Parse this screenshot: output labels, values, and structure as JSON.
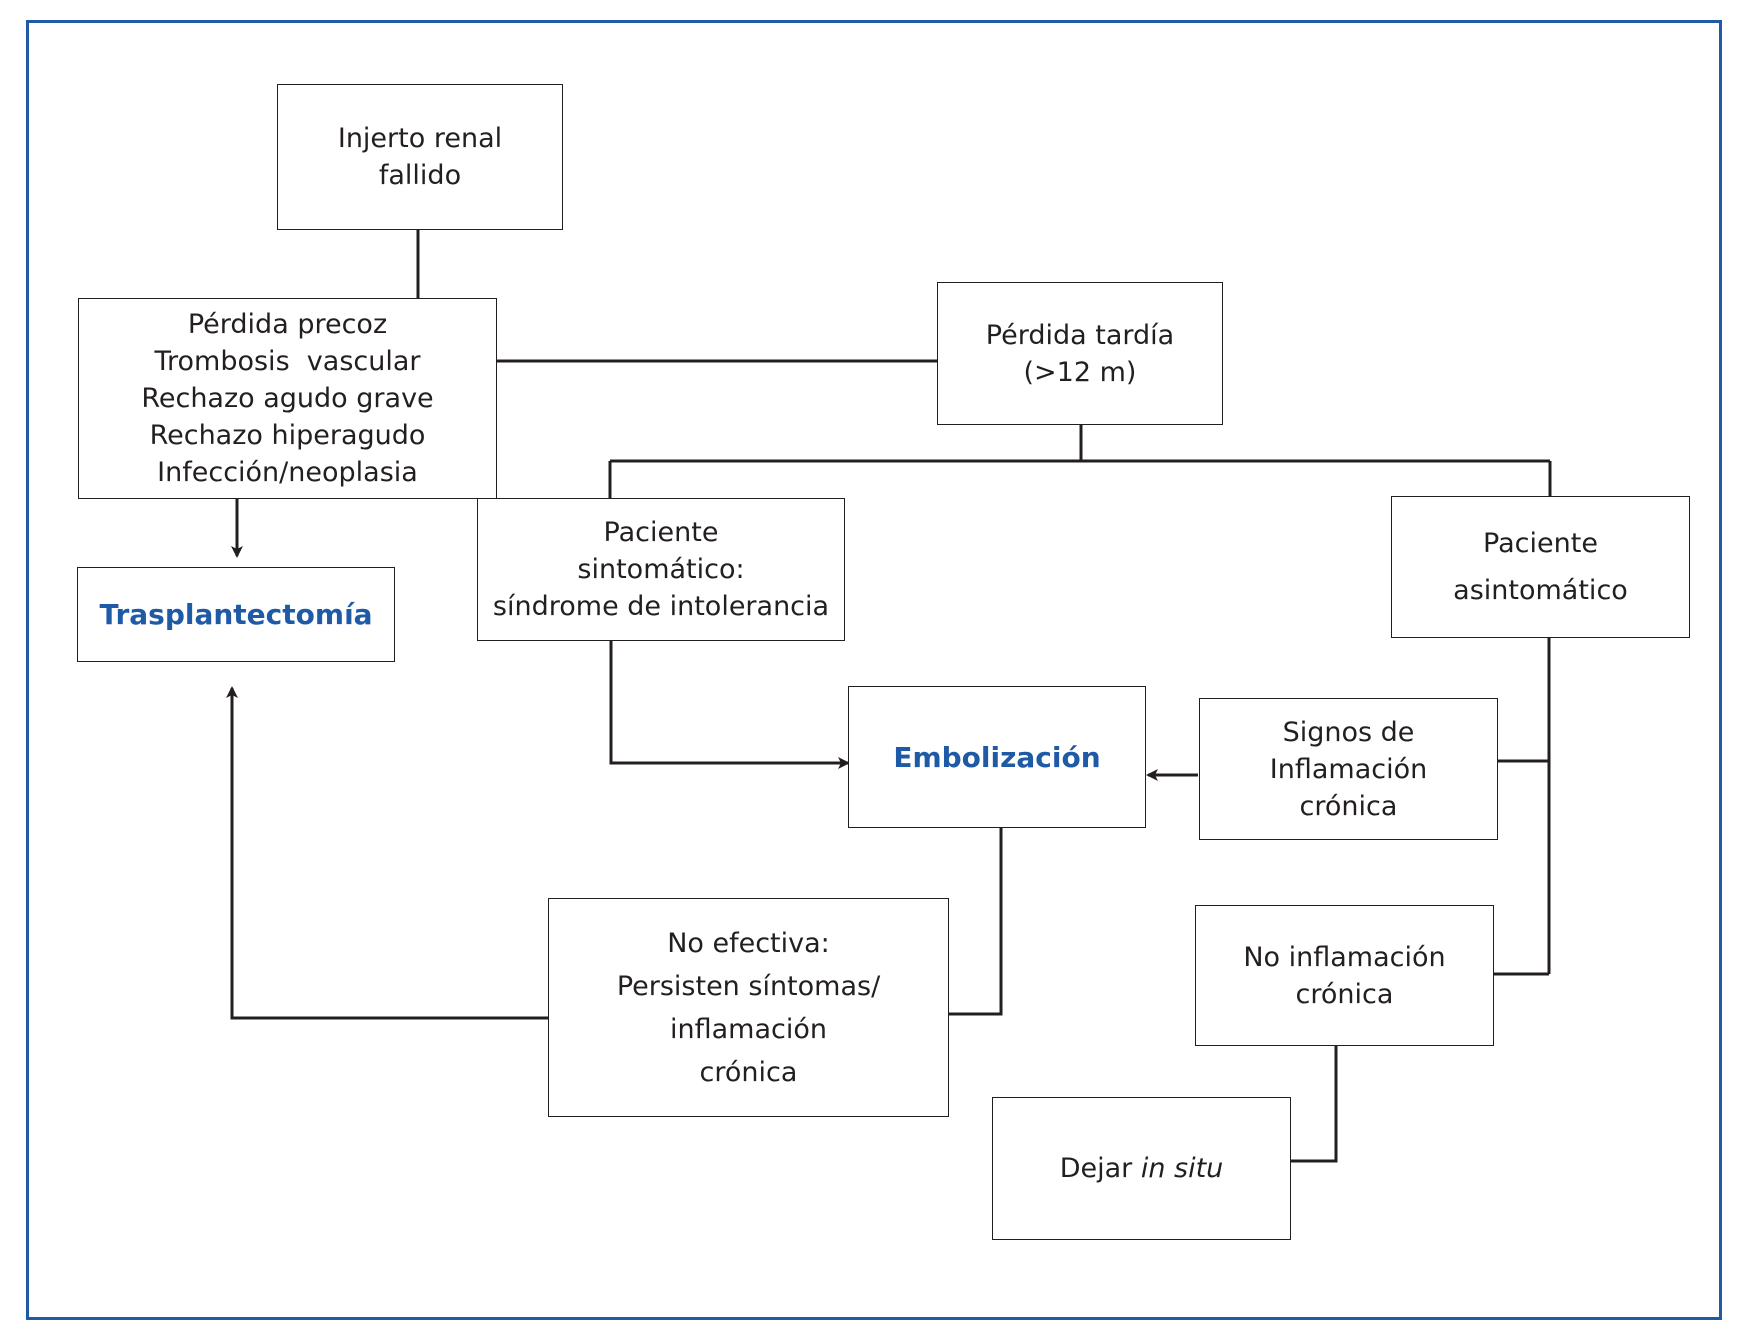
{
  "colors": {
    "frame": "#1f5aa6",
    "accent_text": "#1f5aa6",
    "line": "#231f20"
  },
  "nodes": {
    "injerto": [
      "Injerto renal",
      "fallido"
    ],
    "precoz": [
      "Pérdida precoz",
      "Trombosis  vascular",
      "Rechazo agudo grave",
      "Rechazo hiperagudo",
      "Infección/neoplasia"
    ],
    "tardia": [
      "Pérdida tardía",
      "(>12 m)"
    ],
    "trasplantectomia": "Trasplantectomía",
    "sintomatico": [
      "Paciente",
      "sintomático:",
      "síndrome de intolerancia"
    ],
    "asintomatico": [
      "Paciente",
      "asintomático"
    ],
    "embolizacion": "Embolización",
    "signos": [
      "Signos de",
      "Inflamación",
      "crónica"
    ],
    "no_efectiva": [
      "No efectiva:",
      "Persisten síntomas/",
      "inflamación",
      "crónica"
    ],
    "no_inflamacion": [
      "No inflamación",
      "crónica"
    ],
    "dejar": {
      "prefix": "Dejar ",
      "italic": "in situ"
    }
  }
}
